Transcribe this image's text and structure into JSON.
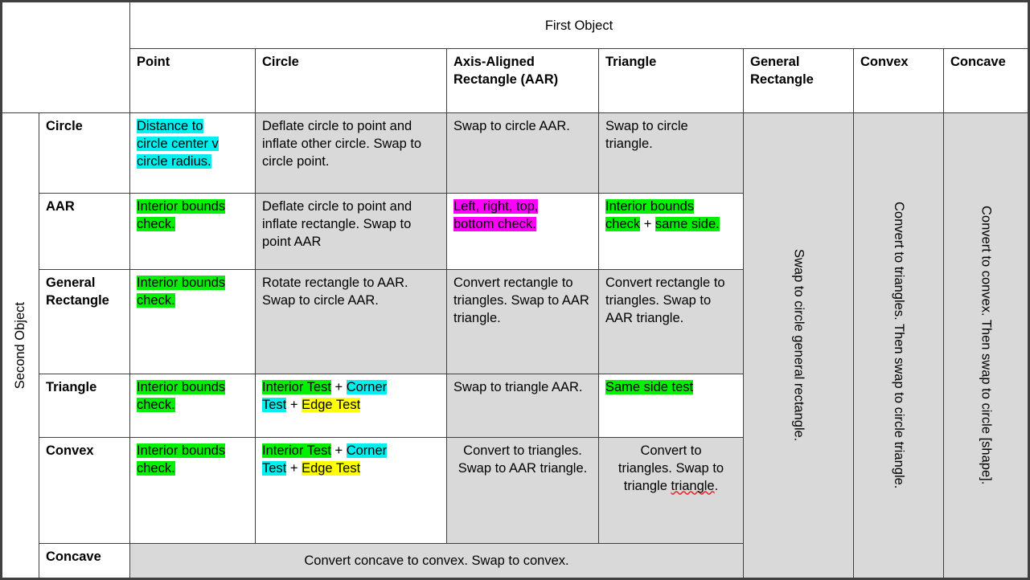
{
  "table": {
    "corner_label": "",
    "first_object_label": "First Object",
    "second_object_label": "Second Object",
    "col_headers": [
      "Point",
      "Circle",
      "Axis-Aligned Rectangle (AAR)",
      "Triangle",
      "General Rectangle",
      "Convex",
      "Concave"
    ],
    "row_headers": [
      "Circle",
      "AAR",
      "General Rectangle",
      "Triangle",
      "Convex",
      "Concave"
    ],
    "merged_columns": [
      {
        "header": "General Rectangle",
        "text": "Swap to circle general rectangle."
      },
      {
        "header": "Convex",
        "text": "Convert to triangles. Then swap to circle triangle."
      },
      {
        "header": "Concave",
        "text": "Convert to convex. Then swap to circle [shape]."
      }
    ],
    "concave_row_text": "Convert concave to convex. Swap to convex.",
    "cells": {
      "circle_point": "Distance to circle center v circle radius.",
      "circle_circle": "Deflate circle to point and inflate other circle. Swap to circle point.",
      "circle_aar": "Swap to circle AAR.",
      "circle_triangle": "Swap to circle triangle.",
      "aar_point": "Interior bounds check.",
      "aar_circle": "Deflate circle to point and inflate rectangle. Swap to point AAR",
      "aar_aar": "Left, right, top, bottom check.",
      "aar_triangle": "Interior bounds check + same side.",
      "genrect_point": "Interior bounds check.",
      "genrect_circle": "Rotate rectangle to AAR. Swap to circle AAR.",
      "genrect_aar": "Convert rectangle to triangles. Swap to AAR triangle.",
      "genrect_triangle": "Convert rectangle to triangles. Swap to AAR triangle.",
      "tri_point": "Interior bounds check.",
      "tri_circle": "Interior Test + Corner Test + Edge Test",
      "tri_aar": "Swap to triangle AAR.",
      "tri_triangle": "Same side test",
      "convex_point": "Interior bounds check.",
      "convex_circle": "Interior Test + Corner Test + Edge Test",
      "convex_aar": "Convert to triangles. Swap to AAR triangle.",
      "convex_triangle": "Convert to triangles. Swap to triangle triangle."
    },
    "fragments": {
      "interior_bounds": "Interior bounds",
      "check": "check.",
      "check_noperiod": "check",
      "plus": " + ",
      "same_side": "same side.",
      "left_right_top": "Left, right, top,",
      "bottom_check": "bottom check.",
      "interior_test": "Interior Test",
      "corner": "Corner",
      "test": "Test",
      "edge_test": "Edge Test",
      "same_side_test": "Same side test",
      "dist_l1": "Distance to",
      "dist_l2": "circle center v",
      "dist_l3": "circle radius.",
      "convert_to": "Convert to",
      "triangles_swap_to": "triangles. Swap to",
      "aar_triangle_end": "AAR triangle.",
      "triangle_word": "triangle ",
      "triangle_sp": "triangle",
      "period": "."
    },
    "colors": {
      "green": "#00f000",
      "cyan": "#00f0f0",
      "yellow": "#ffff00",
      "magenta": "#ff00ff",
      "shade": "#d9d9d9",
      "border": "#404040"
    }
  }
}
